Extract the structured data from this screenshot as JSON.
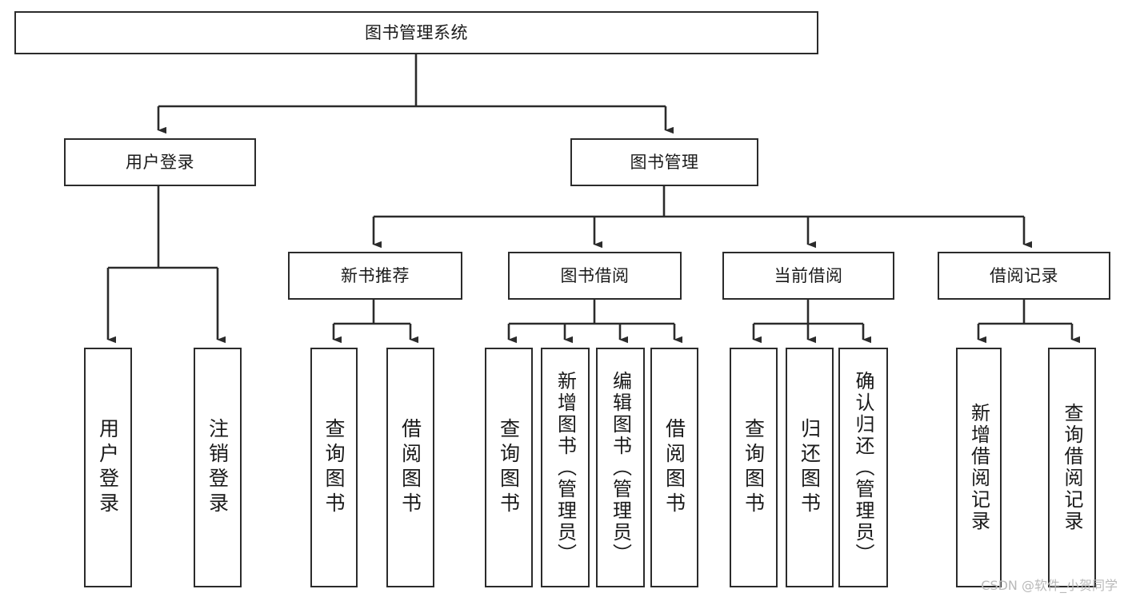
{
  "diagram": {
    "type": "tree",
    "title": "图书管理系统",
    "watermark": "CSDN @软件_小贺同学",
    "colors": {
      "box_border": "#2b2b2b",
      "box_fill": "#ffffff",
      "text": "#1a1a1a",
      "edge": "#2b2b2b",
      "watermark": "#b9b9b9"
    },
    "levels": {
      "root": {
        "label": "图书管理系统"
      },
      "level2": [
        {
          "label": "用户登录"
        },
        {
          "label": "图书管理"
        }
      ],
      "level3": [
        {
          "label": "新书推荐"
        },
        {
          "label": "图书借阅"
        },
        {
          "label": "当前借阅"
        },
        {
          "label": "借阅记录"
        }
      ],
      "leaves": {
        "user_login": [
          {
            "label": "用户登录"
          },
          {
            "label": "注销登录"
          }
        ],
        "new_book": [
          {
            "label": "查询图书"
          },
          {
            "label": "借阅图书"
          }
        ],
        "book_borrow": [
          {
            "label": "查询图书"
          },
          {
            "label": "新增图书（管理员）"
          },
          {
            "label": "编辑图书（管理员）"
          },
          {
            "label": "借阅图书"
          }
        ],
        "current_borrow": [
          {
            "label": "查询图书"
          },
          {
            "label": "归还图书"
          },
          {
            "label": "确认归还（管理员）"
          }
        ],
        "borrow_record": [
          {
            "label": "新增借阅记录"
          },
          {
            "label": "查询借阅记录"
          }
        ]
      }
    }
  }
}
